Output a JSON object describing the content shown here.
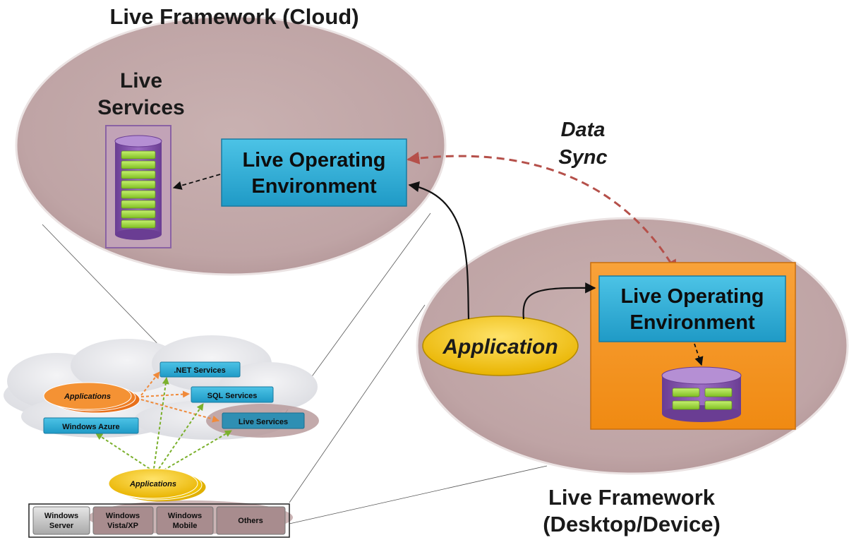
{
  "titles": {
    "cloud": "Live Framework (Cloud)",
    "desktop_line1": "Live Framework",
    "desktop_line2": "(Desktop/Device)"
  },
  "cloud_zoom": {
    "services_line1": "Live",
    "services_line2": "Services",
    "loe_line1": "Live Operating",
    "loe_line2": "Environment"
  },
  "sync": {
    "line1": "Data",
    "line2": "Sync"
  },
  "device_zoom": {
    "loe_line1": "Live Operating",
    "loe_line2": "Environment",
    "application": "Application"
  },
  "small_cloud": {
    "net_services": ".NET Services",
    "sql_services": "SQL Services",
    "live_services": "Live Services",
    "windows_azure": "Windows Azure",
    "applications": "Applications"
  },
  "small_bottom": {
    "applications": "Applications",
    "platforms": [
      {
        "line1": "Windows",
        "line2": "Server"
      },
      {
        "line1": "Windows",
        "line2": "Vista/XP"
      },
      {
        "line1": "Windows",
        "line2": "Mobile"
      },
      {
        "line1": "Others",
        "line2": ""
      }
    ]
  },
  "colors": {
    "ellipse_fill": "#c4a9aa",
    "ellipse_stroke": "#e8dede",
    "loe_blue": "#2aaed6",
    "device_orange": "#f5901c",
    "app_yellow": "#f2c500",
    "db_purple": "#7b4aa0",
    "disk_green": "#9fd63c",
    "sync_red": "#b5504a",
    "small_orange": "#f07a20"
  }
}
